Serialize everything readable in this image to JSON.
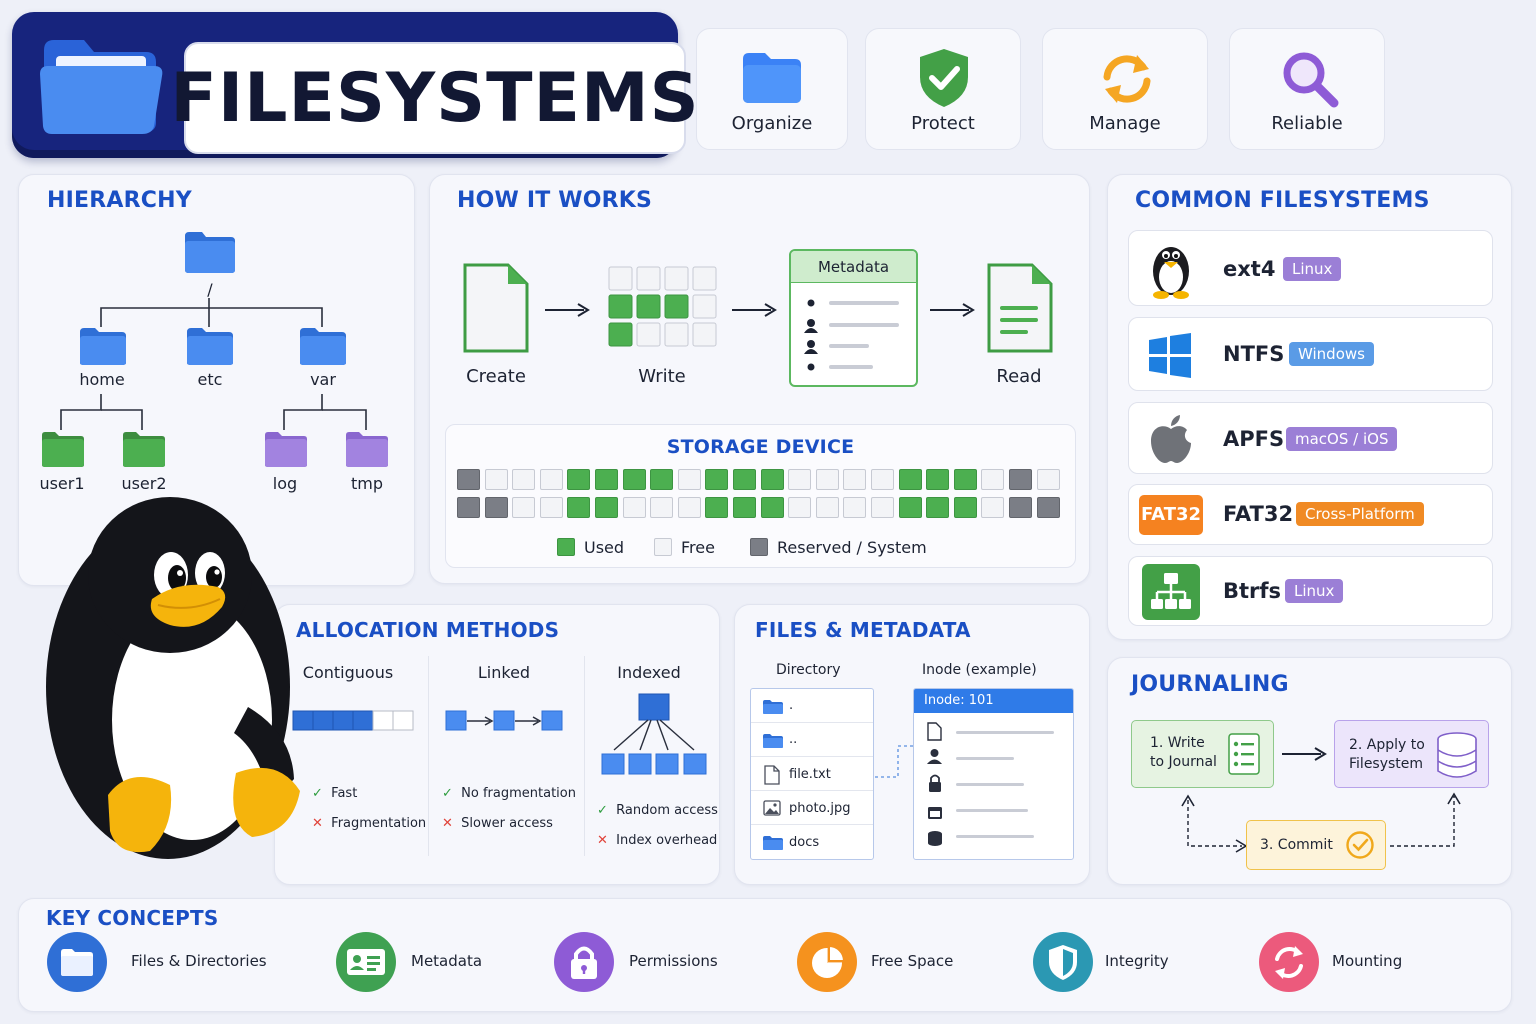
{
  "header": {
    "title": "FILESYSTEMS"
  },
  "features": [
    {
      "label": "Organize",
      "icon": "folder-icon",
      "color": "#3b82f6"
    },
    {
      "label": "Protect",
      "icon": "shield-check-icon",
      "color": "#43a047"
    },
    {
      "label": "Manage",
      "icon": "sync-arrows-icon",
      "color": "#f5a623"
    },
    {
      "label": "Reliable",
      "icon": "magnifier-icon",
      "color": "#8e5bd6"
    }
  ],
  "hierarchy": {
    "title": "HIERARCHY",
    "root": "/",
    "level1": [
      "home",
      "etc",
      "var"
    ],
    "home_children": [
      "user1",
      "user2"
    ],
    "var_children": [
      "log",
      "tmp"
    ]
  },
  "how": {
    "title": "HOW IT WORKS",
    "steps": [
      "Create",
      "Write",
      "Read"
    ],
    "metadata_label": "Metadata"
  },
  "storage": {
    "title": "STORAGE DEVICE",
    "row1": "RFFFUUUUFUUUFFFFUUUFRF",
    "row2": "RRFFUUFFFUUUFFFFUUUFRR",
    "legend": [
      "Used",
      "Free",
      "Reserved / System"
    ],
    "colors": {
      "used": "#4caf50",
      "free": "#f3f4f7",
      "reserved": "#7b7e86"
    }
  },
  "common": {
    "title": "COMMON FILESYSTEMS",
    "items": [
      {
        "name": "ext4",
        "badge": "Linux",
        "badge_color": "#9b7fd6",
        "icon": "penguin-icon"
      },
      {
        "name": "NTFS",
        "badge": "Windows",
        "badge_color": "#5a9be6",
        "icon": "windows-logo-icon"
      },
      {
        "name": "APFS",
        "badge": "macOS / iOS",
        "badge_color": "#9b7fd6",
        "icon": "apple-logo-icon"
      },
      {
        "name": "FAT32",
        "badge": "Cross-Platform",
        "badge_color": "#f08a24",
        "icon": "fat32-icon",
        "icon_text": "FAT32"
      },
      {
        "name": "Btrfs",
        "badge": "Linux",
        "badge_color": "#9b7fd6",
        "icon": "tree-network-icon"
      }
    ]
  },
  "allocation": {
    "title": "ALLOCATION METHODS",
    "methods": [
      {
        "name": "Contiguous",
        "pros": [
          "Fast"
        ],
        "cons": [
          "Fragmentation"
        ]
      },
      {
        "name": "Linked",
        "pros": [
          "No fragmentation"
        ],
        "cons": [
          "Slower access"
        ]
      },
      {
        "name": "Indexed",
        "pros": [
          "Random access"
        ],
        "cons": [
          "Index overhead"
        ]
      }
    ]
  },
  "files": {
    "title": "FILES & METADATA",
    "directory_label": "Directory",
    "inode_label": "Inode (example)",
    "entries": [
      ".",
      "..",
      "file.txt",
      "photo.jpg",
      "docs"
    ],
    "inode_header": "Inode: 101"
  },
  "journaling": {
    "title": "JOURNALING",
    "step1": [
      "1. Write",
      "to Journal"
    ],
    "step2": [
      "2. Apply to",
      "Filesystem"
    ],
    "step3": "3. Commit"
  },
  "key": {
    "title": "KEY CONCEPTS",
    "items": [
      {
        "label": "Files & Directories",
        "icon": "folder-icon",
        "color": "#2f6fd6"
      },
      {
        "label": "Metadata",
        "icon": "id-card-icon",
        "color": "#3fa152"
      },
      {
        "label": "Permissions",
        "icon": "padlock-icon",
        "color": "#8e5bd6"
      },
      {
        "label": "Free Space",
        "icon": "pie-chart-icon",
        "color": "#f5921e"
      },
      {
        "label": "Integrity",
        "icon": "shield-icon",
        "color": "#2b98b3"
      },
      {
        "label": "Mounting",
        "icon": "refresh-icon",
        "color": "#ec5a7c"
      }
    ]
  }
}
